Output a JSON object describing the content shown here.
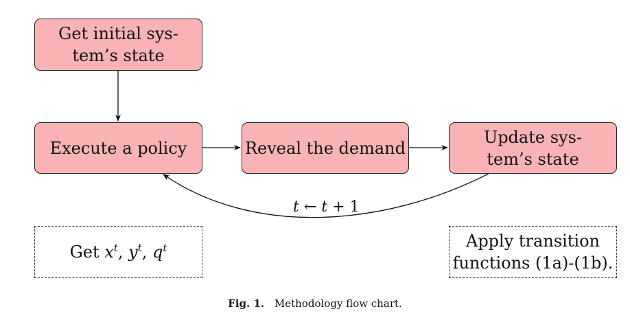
{
  "nodes": {
    "get_initial": {
      "line1": "Get initial sys-",
      "line2": "tem’s state"
    },
    "execute_policy": {
      "label": "Execute a policy"
    },
    "reveal_demand": {
      "label": "Reveal the demand"
    },
    "update_state": {
      "line1": "Update sys-",
      "line2": "tem’s state"
    }
  },
  "notes": {
    "get_vars": {
      "prefix": "Get",
      "vars": [
        "x",
        "y",
        "q"
      ],
      "superscript": "t",
      "separator": ","
    },
    "apply_transition": {
      "line1": "Apply transition",
      "line2": "functions (1a)-(1b)."
    }
  },
  "edge_label": {
    "t1": "t",
    "arrow": "←",
    "t2": "t",
    "plus": "+",
    "one": "1"
  },
  "caption": {
    "fig": "Fig. 1.",
    "text": "Methodology flow chart."
  },
  "colors": {
    "node_fill": "#f9b3b5",
    "stroke": "#222222"
  }
}
